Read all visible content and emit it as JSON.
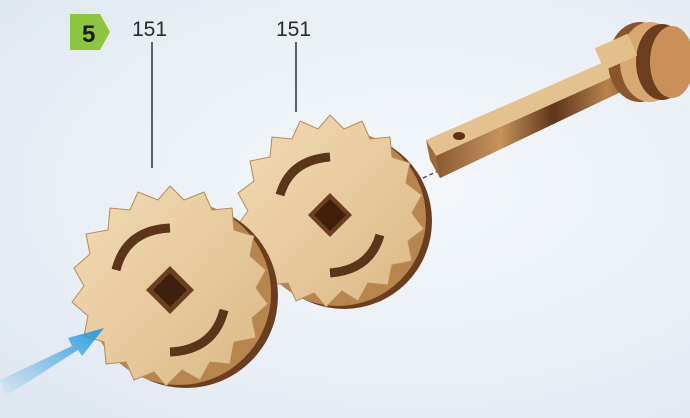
{
  "step": {
    "number": "5",
    "badge_color": "#8cc63f"
  },
  "parts": [
    {
      "id": "gear-front",
      "label": "151"
    },
    {
      "id": "gear-back",
      "label": "151"
    }
  ],
  "colors": {
    "wood_light": "#e8c99a",
    "wood_mid": "#c89a63",
    "wood_dark": "#6b3e1f",
    "arrow": "#2a9de0"
  },
  "icons": [
    "step-badge-icon",
    "assembly-arrow-icon"
  ]
}
